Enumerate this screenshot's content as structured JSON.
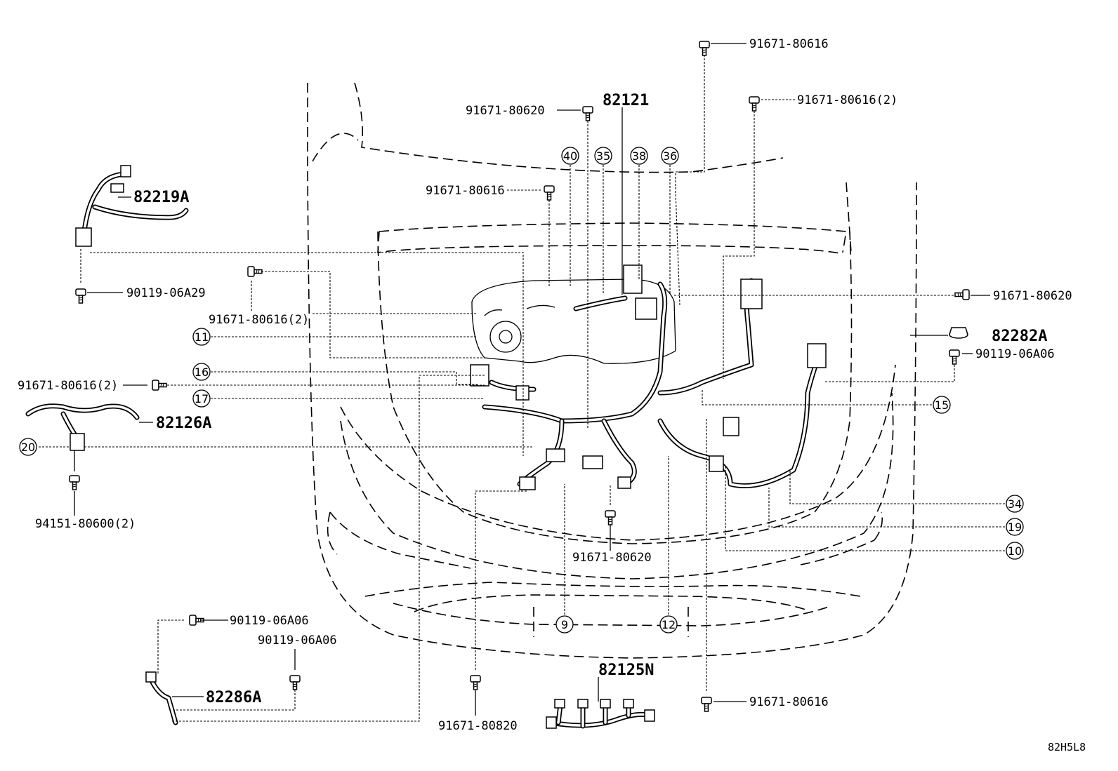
{
  "diagram_id": "82H5L8",
  "main_parts": [
    "82121",
    "82219A",
    "82126A",
    "82282A",
    "82286A",
    "82125N"
  ],
  "fasteners": [
    "91671-80616",
    "91671-80620",
    "91671-80616(2)",
    "91671-80616",
    "91671-80620",
    "91671-80616(2)",
    "90119-06A29",
    "90119-06A06",
    "91671-80616(2)",
    "94151-80600(2)",
    "91671-80620",
    "90119-06A06",
    "90119-06A06",
    "91671-80820",
    "91671-80616"
  ],
  "callouts": [
    "40",
    "35",
    "38",
    "36",
    "11",
    "16",
    "17",
    "20",
    "15",
    "34",
    "19",
    "10",
    "9",
    "12"
  ]
}
